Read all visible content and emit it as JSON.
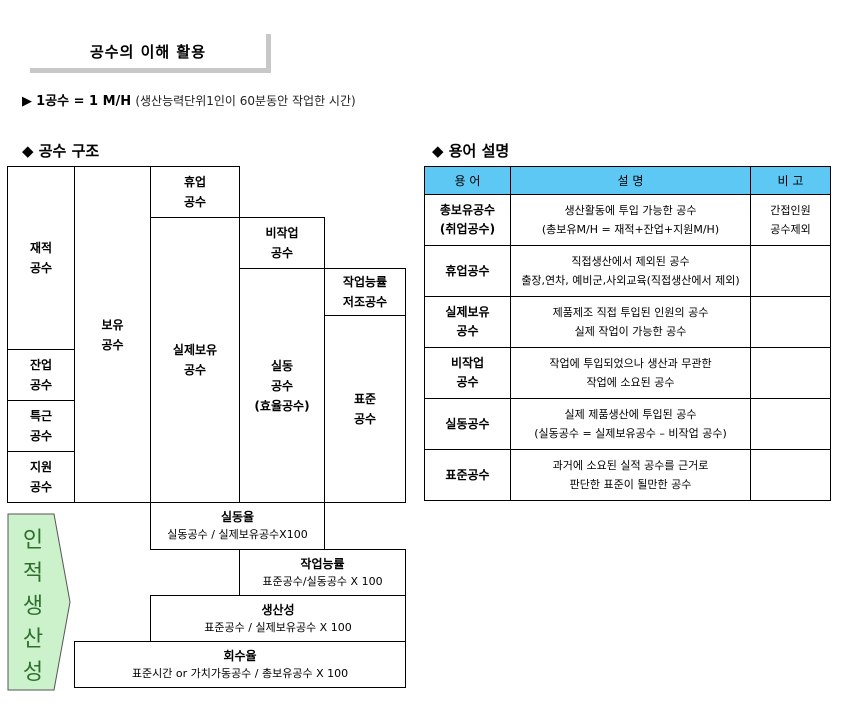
{
  "title": "공수의 이해 활용",
  "definition": {
    "marker": "▶",
    "main": "1공수 = 1 M/H",
    "note": "(생산능력단위1인이 60분동안 작업한 시간)"
  },
  "structure": {
    "heading": "◆ 공수 구조",
    "cells": {
      "jaejeok": "재적\n공수",
      "janeop": "잔업\n공수",
      "teukgeun": "특근\n공수",
      "jiwon": "지원\n공수",
      "boyu": "보유\n공수",
      "hyueop": "휴업\n공수",
      "silje_boyu": "실제보유\n공수",
      "bijageop": "비작업\n공수",
      "shildong": "실동\n공수\n(효율공수)",
      "jageop_neungryul": "작업능률\n저조공수",
      "pyojun": "표준\n공수"
    },
    "formulas": {
      "shildong_rate": {
        "name": "실동율",
        "expr": "실동공수 / 실제보유공수X100"
      },
      "work_efficiency": {
        "name": "작업능률",
        "expr": "표준공수/실동공수 X 100"
      },
      "productivity": {
        "name": "생산성",
        "expr": "표준공수 / 실제보유공수 X 100"
      },
      "recovery": {
        "name": "회수율",
        "expr": "표준시간 or 가치가동공수 / 총보유공수 X 100"
      }
    },
    "arrow_label": [
      "인",
      "적",
      "생",
      "산",
      "성"
    ],
    "arrow_color": "#ccf2cc"
  },
  "terms": {
    "heading": "◆ 용어 설명",
    "header_color": "#5ec8f5",
    "columns": [
      "용 어",
      "설 명",
      "비 고"
    ],
    "rows": [
      {
        "term": "총보유공수\n(취업공수)",
        "desc": "생산활동에 투입 가능한 공수\n(총보유M/H = 재적+잔업+지원M/H)",
        "note": "간접인원\n공수제외"
      },
      {
        "term": "휴업공수",
        "desc": "직접생산에서 제외된 공수\n출장,연차, 예비군,사외교육(직접생산에서 제외)",
        "note": ""
      },
      {
        "term": "실제보유\n공수",
        "desc": "제품제조 직접 투입된 인원의 공수\n실제 작업이 가능한 공수",
        "note": ""
      },
      {
        "term": "비작업\n공수",
        "desc": "작업에 투입되었으나 생산과 무관한\n작업에 소요된 공수",
        "note": ""
      },
      {
        "term": "실동공수",
        "desc": "실제 제품생산에 투입된 공수\n(실동공수 = 실제보유공수 – 비작업 공수)",
        "note": ""
      },
      {
        "term": "표준공수",
        "desc": "과거에 소요된 실적 공수를 근거로\n판단한 표준이 될만한 공수",
        "note": ""
      }
    ]
  }
}
